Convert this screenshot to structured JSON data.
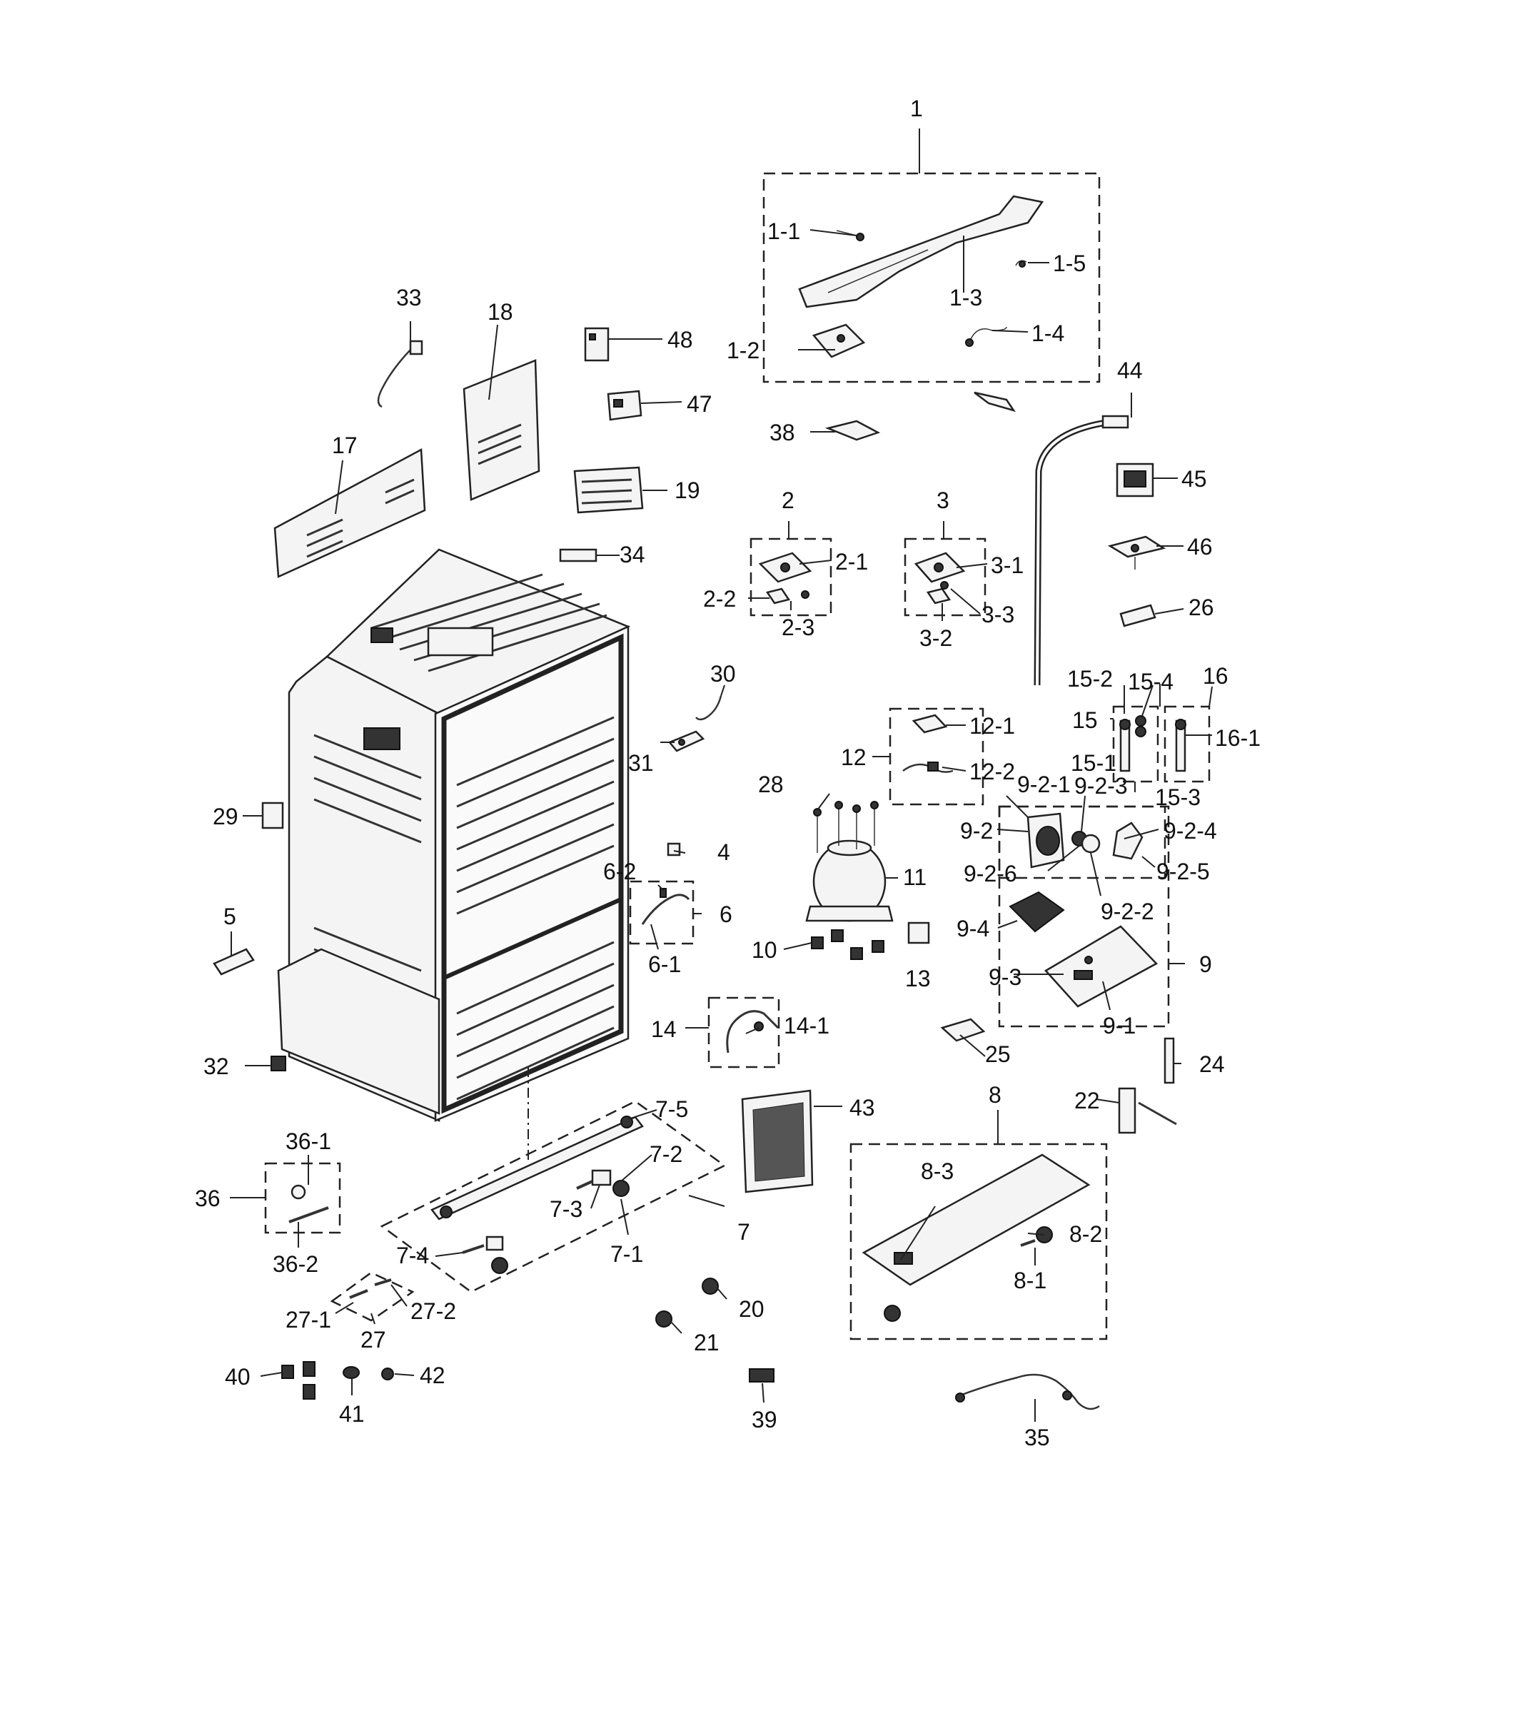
{
  "labels": [
    "1",
    "1-1",
    "1-2",
    "1-3",
    "1-4",
    "1-5",
    "2",
    "2-1",
    "2-2",
    "2-3",
    "3",
    "3-1",
    "3-2",
    "3-3",
    "4",
    "5",
    "6",
    "6-1",
    "6-2",
    "7",
    "7-1",
    "7-2",
    "7-3",
    "7-4",
    "7-5",
    "8",
    "8-1",
    "8-2",
    "8-3",
    "9",
    "9-1",
    "9-2",
    "9-2-1",
    "9-2-2",
    "9-2-3",
    "9-2-4",
    "9-2-5",
    "9-2-6",
    "9-3",
    "9-4",
    "10",
    "11",
    "12",
    "12-1",
    "12-2",
    "13",
    "14",
    "14-1",
    "15",
    "15-1",
    "15-2",
    "15-3",
    "15-4",
    "16",
    "16-1",
    "17",
    "18",
    "19",
    "20",
    "21",
    "22",
    "24",
    "25",
    "26",
    "27",
    "27-1",
    "27-2",
    "28",
    "29",
    "30",
    "31",
    "32",
    "33",
    "34",
    "35",
    "36",
    "36-1",
    "36-2",
    "38",
    "39",
    "40",
    "41",
    "42",
    "43",
    "44",
    "45",
    "46",
    "47",
    "48"
  ]
}
